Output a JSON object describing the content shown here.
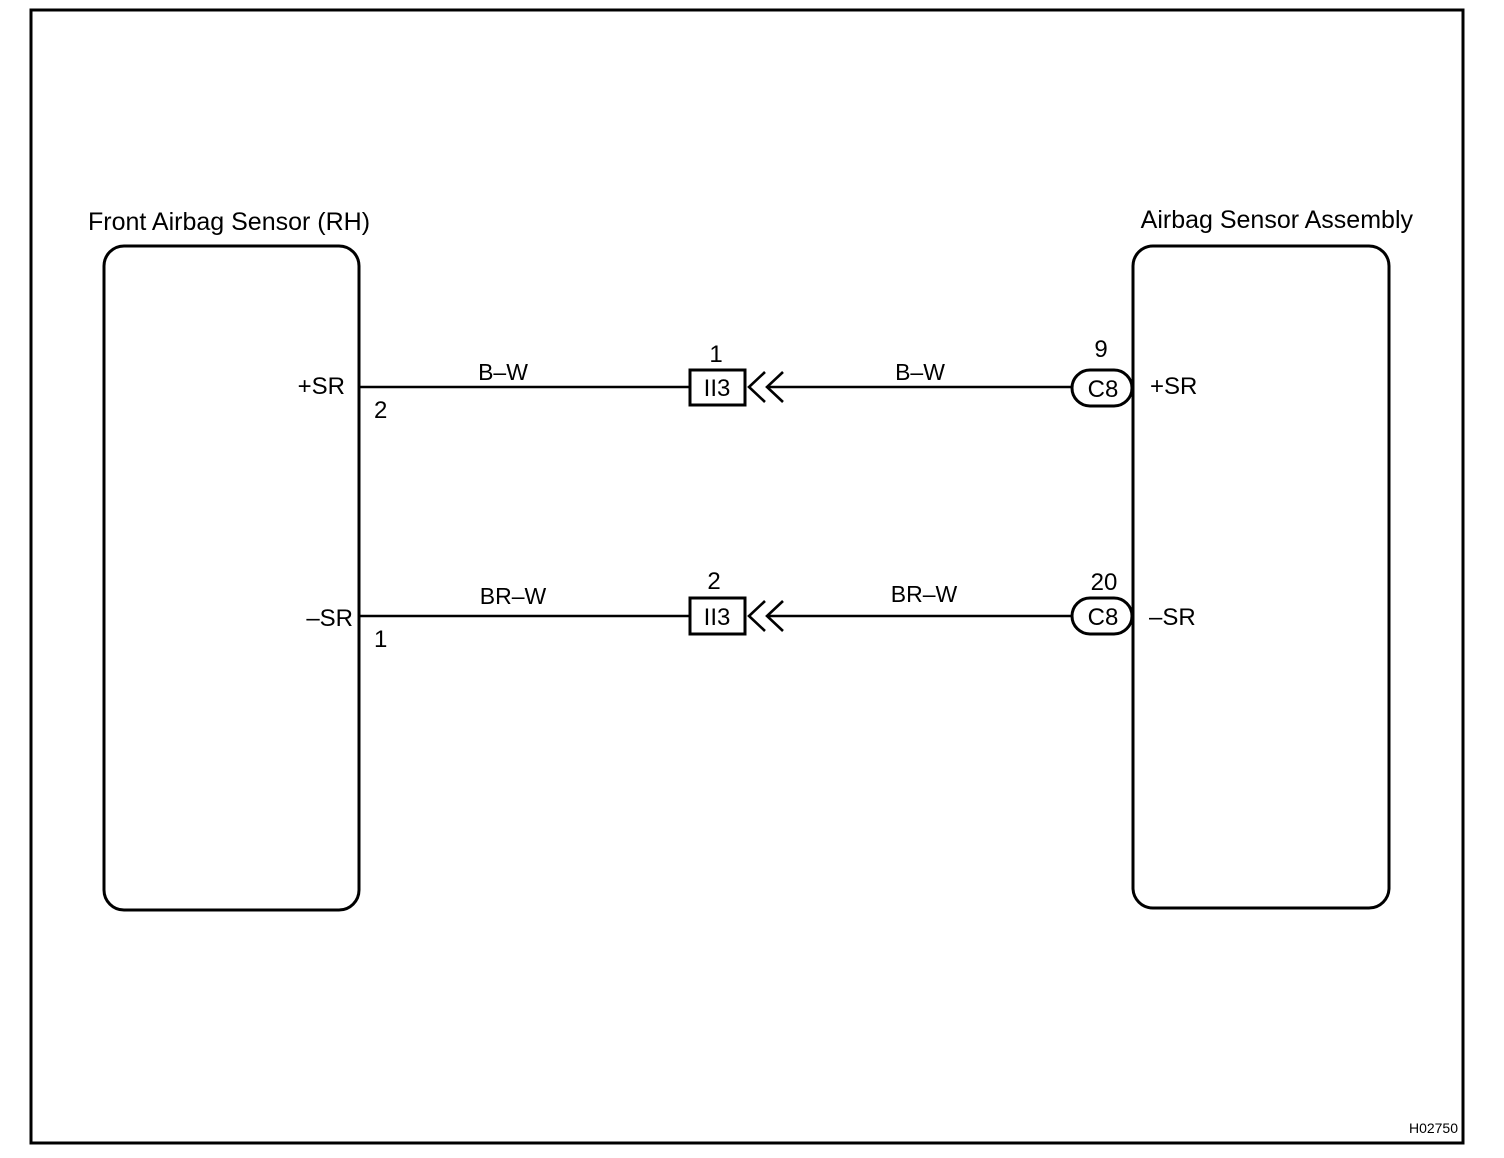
{
  "components": {
    "left": {
      "title": "Front Airbag Sensor (RH)"
    },
    "right": {
      "title": "Airbag Sensor Assembly"
    }
  },
  "circuits": [
    {
      "left_terminal": "+SR",
      "left_pin": "2",
      "wire_left": "B–W",
      "junction_pin": "1",
      "junction_label": "II3",
      "wire_right": "B–W",
      "right_pin": "9",
      "right_connector": "C8",
      "right_terminal": "+SR"
    },
    {
      "left_terminal": "–SR",
      "left_pin": "1",
      "wire_left": "BR–W",
      "junction_pin": "2",
      "junction_label": "II3",
      "wire_right": "BR–W",
      "right_pin": "20",
      "right_connector": "C8",
      "right_terminal": "–SR"
    }
  ],
  "figure_code": "H02750"
}
